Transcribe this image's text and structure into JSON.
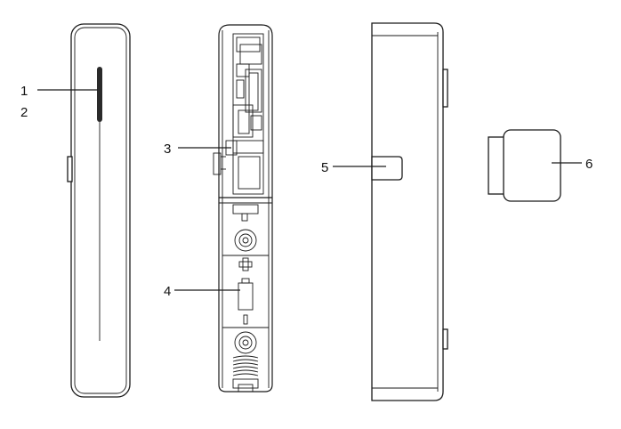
{
  "callouts": {
    "c1": "1",
    "c2": "2",
    "c3": "3",
    "c4": "4",
    "c5": "5",
    "c6": "6"
  },
  "colors": {
    "stroke": "#1a1a1a",
    "background": "#ffffff",
    "led_strip": "#2a2a2a"
  },
  "icons": {
    "battery": "battery-icon",
    "plus": "plus-icon",
    "spring": "spring-icon"
  }
}
